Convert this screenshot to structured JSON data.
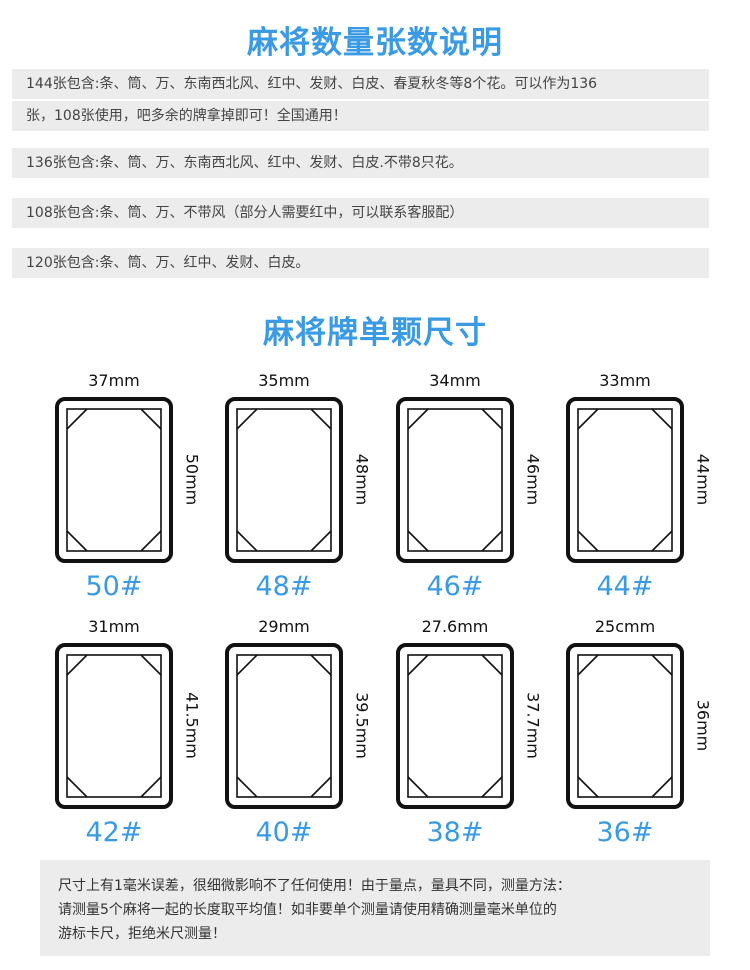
{
  "titles": {
    "count": "麻将数量张数说明",
    "size": "麻将牌单颗尺寸"
  },
  "info_lines": [
    "144张包含:条、筒、万、东南西北风、红中、发财、白皮、春夏秋冬等8个花。可以作为136",
    "张，108张使用，吧多余的牌拿掉即可！全国通用！",
    "136张包含:条、筒、万、东南西北风、红中、发财、白皮.不带8只花。",
    "108张包含:条、筒、万、不带风（部分人需要红中，可以联系客服配）",
    "120张包含:条、筒、万、红中、发财、白皮。"
  ],
  "tiles": [
    {
      "width": "37mm",
      "height": "50mm",
      "size": "50#"
    },
    {
      "width": "35mm",
      "height": "48mm",
      "size": "48#"
    },
    {
      "width": "34mm",
      "height": "46mm",
      "size": "46#"
    },
    {
      "width": "33mm",
      "height": "44mm",
      "size": "44#"
    },
    {
      "width": "31mm",
      "height": "41.5mm",
      "size": "42#"
    },
    {
      "width": "29mm",
      "height": "39.5mm",
      "size": "40#"
    },
    {
      "width": "27.6mm",
      "height": "37.7mm",
      "size": "38#"
    },
    {
      "width": "25cmm",
      "height": "36mm",
      "size": "36#"
    }
  ],
  "note": {
    "line1": "尺寸上有1毫米误差，很细微影响不了任何使用！由于量点，量具不同，测量方法：",
    "line2": "请测量5个麻将一起的长度取平均值！如非要单个测量请使用精确测量毫米单位的",
    "line3": "游标卡尺，拒绝米尺测量！"
  },
  "colors": {
    "accent": "#3a9ae4",
    "band": "#ececec"
  }
}
